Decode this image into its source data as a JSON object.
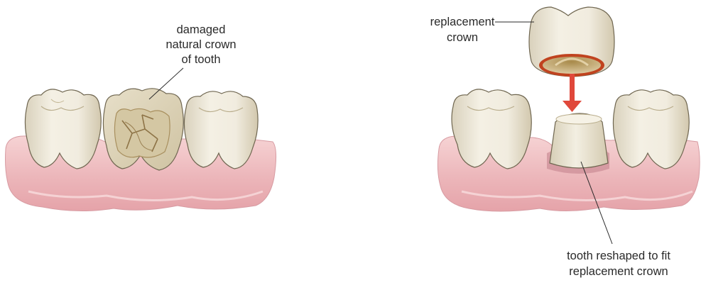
{
  "labels": {
    "damaged": [
      "damaged",
      "natural crown",
      "of tooth"
    ],
    "replacement": [
      "replacement",
      "crown"
    ],
    "reshaped": [
      "tooth reshaped to fit",
      "replacement crown"
    ]
  },
  "colors": {
    "gum_light": "#f4c9cc",
    "gum_mid": "#e8a7ad",
    "gum_dark": "#c97b86",
    "enamel": "#efeadb",
    "enamel_shade": "#d8d0ba",
    "crack": "#b59a6c",
    "crown_rim": "#c0431f",
    "arrow": "#e0483b",
    "text": "#2a2a2a"
  },
  "icons": {
    "arrow": "down-arrow-icon"
  }
}
